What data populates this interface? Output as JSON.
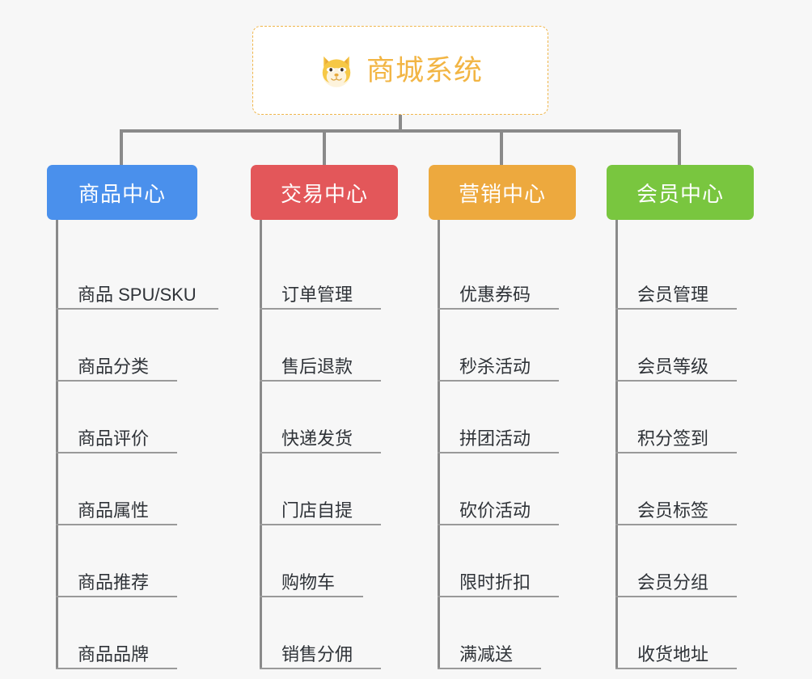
{
  "root": {
    "title": "商城系统",
    "icon": "shiba-dog-icon",
    "border_color": "#f0b64b",
    "text_color": "#f2b544"
  },
  "canvas": {
    "background": "#f7f7f7",
    "connector_color": "#8a8a8a"
  },
  "columns": [
    {
      "title": "商品中心",
      "color": "#4a90ec",
      "items": [
        "商品 SPU/SKU",
        "商品分类",
        "商品评价",
        "商品属性",
        "商品推荐",
        "商品品牌"
      ]
    },
    {
      "title": "交易中心",
      "color": "#e3575a",
      "items": [
        "订单管理",
        "售后退款",
        "快递发货",
        "门店自提",
        "购物车",
        "销售分佣"
      ]
    },
    {
      "title": "营销中心",
      "color": "#eda93e",
      "items": [
        "优惠券码",
        "秒杀活动",
        "拼团活动",
        "砍价活动",
        "限时折扣",
        "满减送"
      ]
    },
    {
      "title": "会员中心",
      "color": "#79c63f",
      "items": [
        "会员管理",
        "会员等级",
        "积分签到",
        "会员标签",
        "会员分组",
        "收货地址"
      ]
    }
  ]
}
